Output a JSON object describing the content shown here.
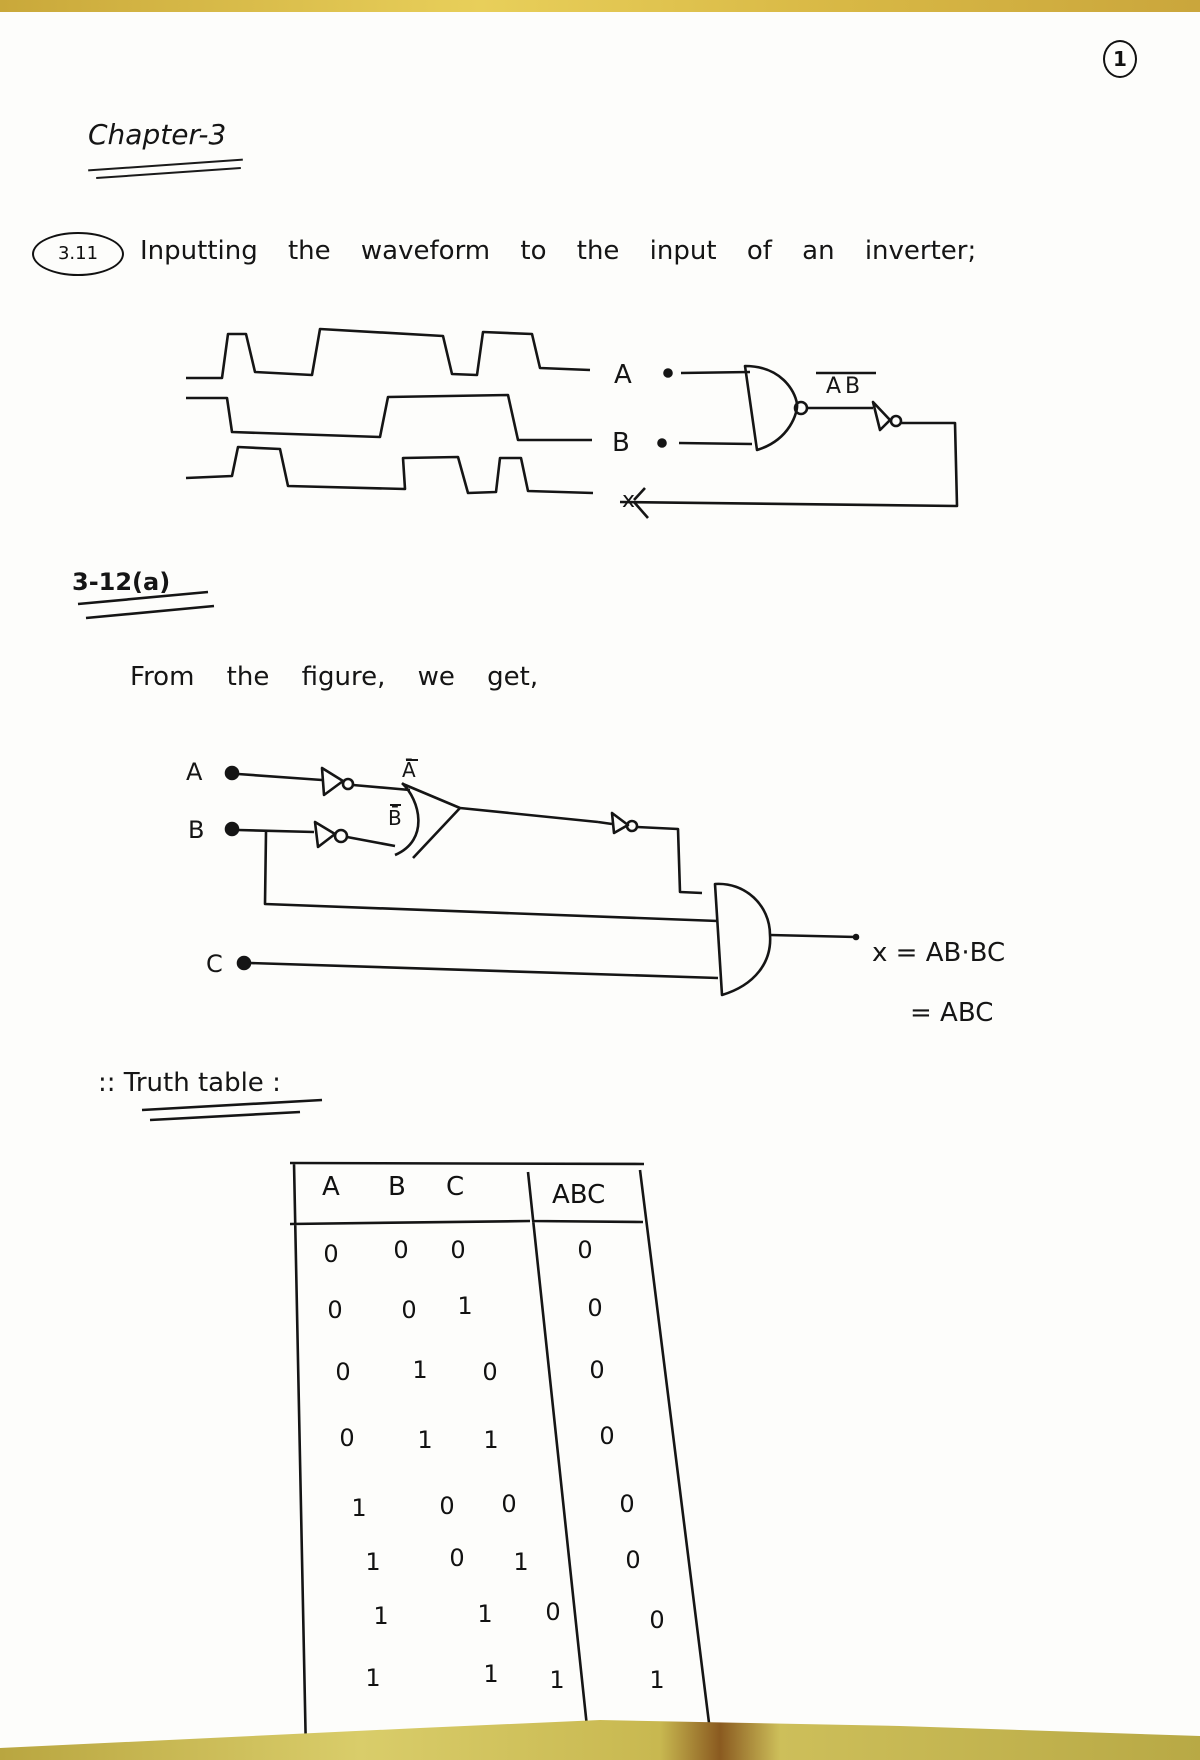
{
  "page": {
    "page_number": "1",
    "chapter_title": "Chapter-3"
  },
  "problem_3_11": {
    "number": "3.11",
    "statement": "Inputting the waveform to the input of an inverter;",
    "waveform_labels": [
      "A",
      "B",
      "x"
    ],
    "gate_output_label": "AB",
    "gate_output_overbar": true
  },
  "problem_3_12": {
    "number": "3-12(a)",
    "intro": "From the figure, we get,",
    "input_labels": [
      "A",
      "B",
      "C"
    ],
    "inverter_labels": [
      "Ā",
      "B̄"
    ],
    "output_label": "x",
    "equation_line1": "x = AB·BC",
    "equation_line2": "= ABC"
  },
  "truth_table": {
    "title": ":: Truth table :",
    "headers": [
      "A",
      "B",
      "C",
      "ABC"
    ],
    "rows": [
      [
        "0",
        "0",
        "0",
        "0"
      ],
      [
        "0",
        "0",
        "1",
        "0"
      ],
      [
        "0",
        "1",
        "0",
        "0"
      ],
      [
        "0",
        "1",
        "1",
        "0"
      ],
      [
        "1",
        "0",
        "0",
        "0"
      ],
      [
        "1",
        "0",
        "1",
        "0"
      ],
      [
        "1",
        "1",
        "0",
        "0"
      ],
      [
        "1",
        "1",
        "1",
        "1"
      ]
    ]
  }
}
